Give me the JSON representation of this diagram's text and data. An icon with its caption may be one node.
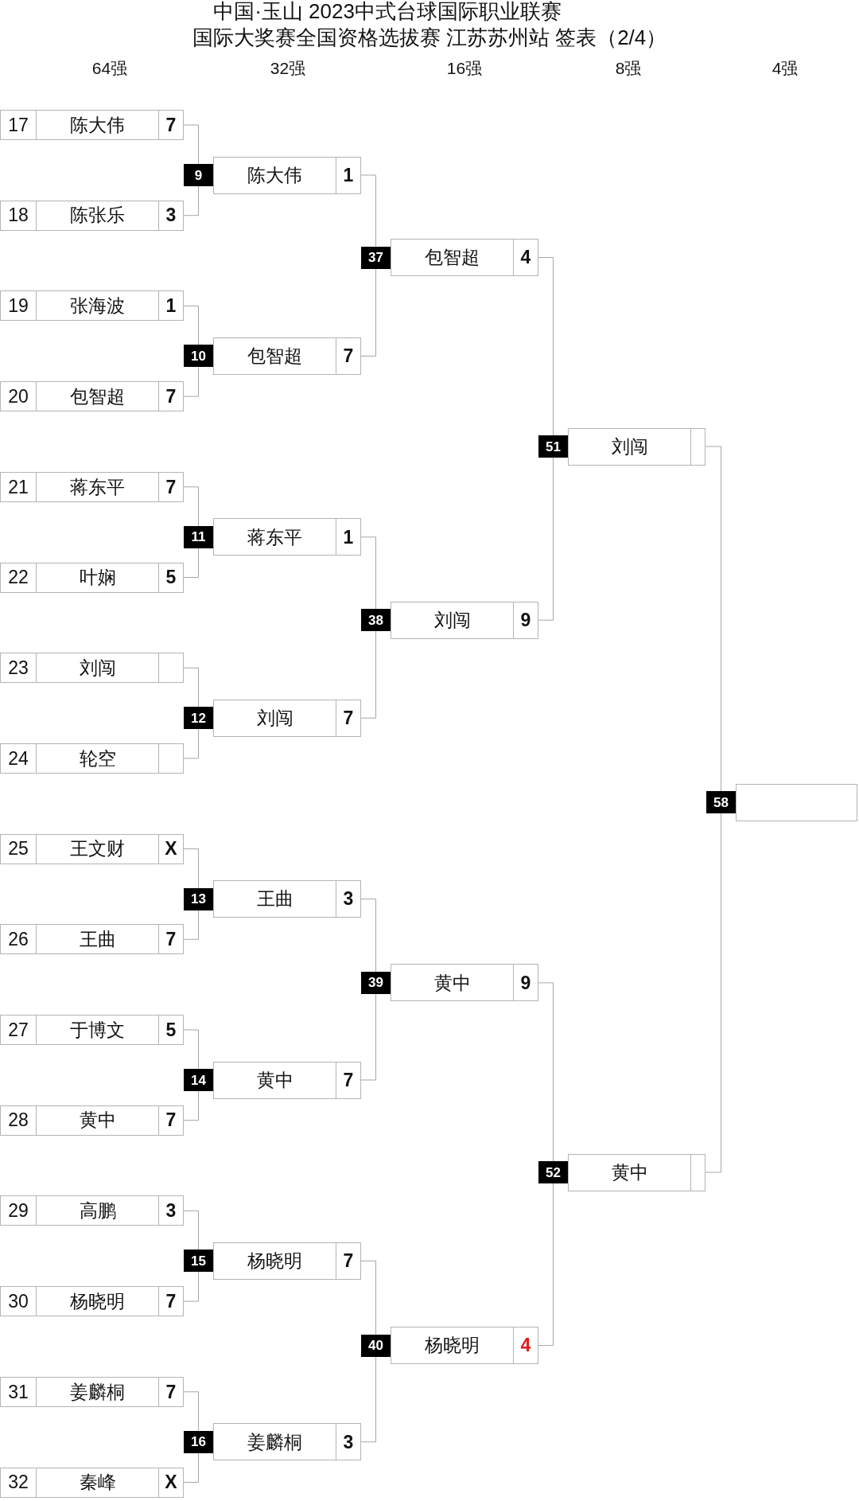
{
  "diagram": {
    "title": "中国·玉山 2023中式台球国际职业联赛",
    "nodes": [
      {
        "text": [
          "17",
          "陈大伟",
          "7"
        ]
      },
      {
        "text": [
          "18",
          "陈张乐",
          "3"
        ]
      },
      {
        "text": [
          "19",
          "张海波",
          "1"
        ]
      },
      {
        "text": [
          "20",
          "包智超",
          "7"
        ]
      },
      {
        "text": [
          "21",
          "蒋东平",
          "7"
        ]
      },
      {
        "text": [
          "22",
          "叶娴",
          "5"
        ]
      },
      {
        "text": [
          "23",
          "刘闯"
        ]
      },
      {
        "text": [
          "24",
          "轮空"
        ]
      },
      {
        "text": [
          "25",
          "王文财",
          "X"
        ]
      },
      {
        "text": [
          "26",
          "王曲",
          "7"
        ]
      },
      {
        "text": [
          "27",
          "于博文",
          "5"
        ]
      },
      {
        "text": [
          "28",
          "黄中",
          "7"
        ]
      },
      {
        "text": [
          "29",
          "高鹏",
          "3"
        ]
      },
      {
        "text": [
          "30",
          "杨晓明",
          "7"
        ]
      },
      {
        "text": [
          "31",
          "姜麟桐",
          "7"
        ]
      },
      {
        "text": [
          "32",
          "秦峰",
          "X"
        ]
      },
      {
        "text": [
          "9"
        ]
      },
      {
        "text": [
          "陈大伟",
          "1"
        ]
      },
      {
        "text": [
          "10"
        ]
      },
      {
        "text": [
          "包智超",
          "7"
        ]
      },
      {
        "text": [
          "11"
        ]
      },
      {
        "text": [
          "蒋东平",
          "1"
        ]
      },
      {
        "text": [
          "12"
        ]
      },
      {
        "text": [
          "刘闯",
          "7"
        ]
      },
      {
        "text": [
          "13"
        ]
      },
      {
        "text": [
          "王曲",
          "3"
        ]
      },
      {
        "text": [
          "14"
        ]
      },
      {
        "text": [
          "黄中",
          "7"
        ]
      },
      {
        "text": [
          "15"
        ]
      },
      {
        "text": [
          "杨晓明",
          "7"
        ]
      },
      {
        "text": [
          "16"
        ]
      },
      {
        "text": [
          "姜麟桐",
          "3"
        ]
      },
      {
        "text": [
          "37"
        ]
      },
      {
        "text": [
          "包智超",
          "4"
        ]
      },
      {
        "text": [
          "38"
        ]
      },
      {
        "text": [
          "刘闯",
          "9"
        ]
      },
      {
        "text": [
          "39"
        ]
      },
      {
        "text": [
          "黄中",
          "9"
        ]
      },
      {
        "text": [
          "40"
        ]
      },
      {
        "text": [
          "杨晓明",
          "4"
        ]
      },
      {
        "text": [
          "51"
        ]
      },
      {
        "text": [
          "刘闯"
        ]
      },
      {
        "text": [
          "52"
        ]
      },
      {
        "text": [
          "黄中"
        ]
      },
      {
        "text": [
          "58"
        ]
      },
      {
        "text": [],
        "shape": "box"
      }
    ],
    "edges": [
      {
        "from": 0,
        "to": 16,
        "arrow": "none"
      },
      {
        "from": 1,
        "to": 16,
        "arrow": "none"
      },
      {
        "from": 2,
        "to": 18,
        "arrow": "none"
      },
      {
        "from": 3,
        "to": 18,
        "arrow": "none"
      },
      {
        "from": 4,
        "to": 20,
        "arrow": "none"
      },
      {
        "from": 5,
        "to": 20,
        "arrow": "none"
      },
      {
        "from": 6,
        "to": 22,
        "arrow": "none"
      },
      {
        "from": 7,
        "to": 22,
        "arrow": "none"
      },
      {
        "from": 8,
        "to": 24,
        "arrow": "none"
      },
      {
        "from": 9,
        "to": 24,
        "arrow": "none"
      },
      {
        "from": 10,
        "to": 26,
        "arrow": "none"
      },
      {
        "from": 11,
        "to": 26,
        "arrow": "none"
      },
      {
        "from": 12,
        "to": 28,
        "arrow": "none"
      },
      {
        "from": 13,
        "to": 28,
        "arrow": "none"
      },
      {
        "from": 14,
        "to": 30,
        "arrow": "none"
      },
      {
        "from": 15,
        "to": 30,
        "arrow": "none"
      },
      {
        "from": 17,
        "to": 32,
        "arrow": "none"
      },
      {
        "from": 19,
        "to": 32,
        "arrow": "none"
      },
      {
        "from": 21,
        "to": 34,
        "arrow": "none"
      },
      {
        "from": 23,
        "to": 34,
        "arrow": "none"
      },
      {
        "from": 25,
        "to": 36,
        "arrow": "none"
      },
      {
        "from": 27,
        "to": 36,
        "arrow": "none"
      },
      {
        "from": 29,
        "to": 38,
        "arrow": "none"
      },
      {
        "from": 31,
        "to": 38,
        "arrow": "none"
      },
      {
        "from": 33,
        "to": 40,
        "arrow": "none"
      },
      {
        "from": 35,
        "to": 40,
        "arrow": "none"
      },
      {
        "from": 37,
        "to": 42,
        "arrow": "none"
      },
      {
        "from": 39,
        "to": 42,
        "arrow": "none"
      },
      {
        "from": 41,
        "to": 44,
        "arrow": "none"
      },
      {
        "from": 43,
        "to": 44,
        "arrow": "none"
      }
    ],
    "labels": [
      "国际大奖赛全国资格选拔赛 江苏苏州站 签表（2/4）",
      "64强",
      "32强",
      "16强",
      "8强",
      "4强"
    ]
  }
}
